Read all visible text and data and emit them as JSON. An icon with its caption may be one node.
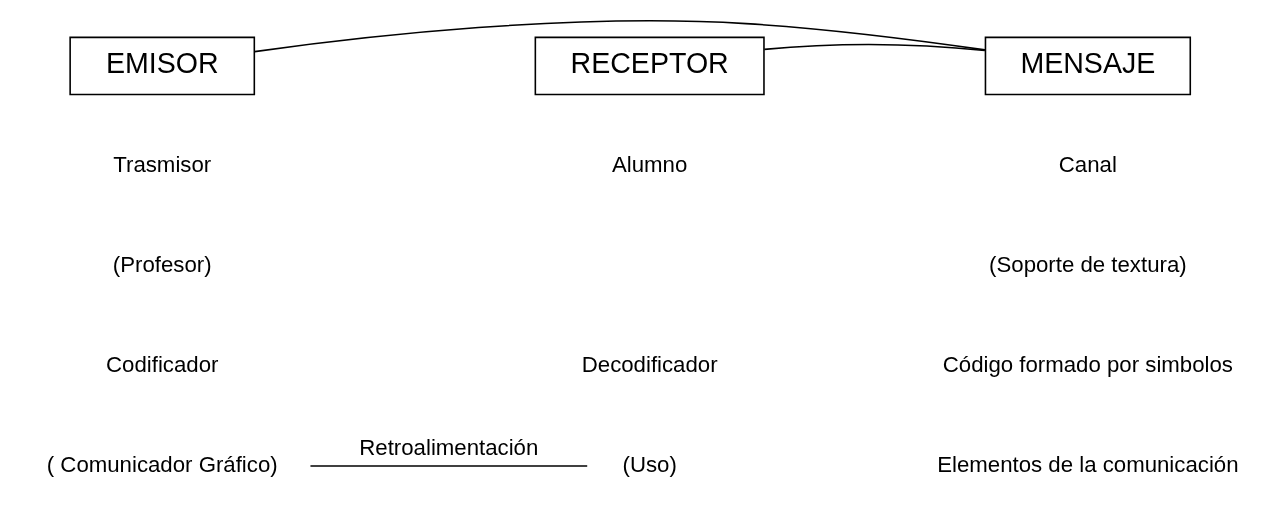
{
  "diagram": {
    "nodes": [
      {
        "text": [
          "EMISOR"
        ]
      },
      {
        "text": [
          "MENSAJE"
        ]
      },
      {
        "text": [
          "RECEPTOR"
        ]
      },
      {
        "text": [
          "( Comunicador Gráfico)"
        ]
      },
      {
        "text": [
          "(Uso)"
        ]
      }
    ],
    "edges": [
      {
        "from": 0,
        "to": 1,
        "arrow": "none"
      },
      {
        "from": 1,
        "to": 2,
        "arrow": "none"
      },
      {
        "from": 3,
        "to": 4,
        "arrow": "none",
        "label": "Retroalimentación"
      }
    ],
    "labels": [
      "Trasmisor",
      "Canal",
      "Alumno",
      "(Profesor)",
      "(Soporte de textura)",
      "Codificador",
      "Código formado por simbolos",
      "Decodificador",
      "Elementos de la comunicación"
    ]
  }
}
